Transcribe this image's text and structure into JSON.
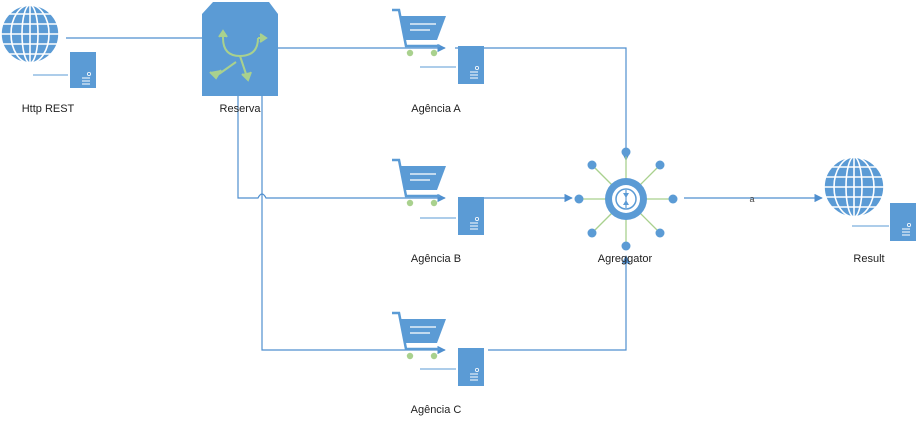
{
  "nodes": {
    "http_rest": {
      "label": "Http REST"
    },
    "reserva": {
      "label": "Reserva"
    },
    "agencia_a": {
      "label": "Agência A"
    },
    "agencia_b": {
      "label": "Agência B"
    },
    "agencia_c": {
      "label": "Agência C"
    },
    "aggregator": {
      "label": "Agreggator"
    },
    "result": {
      "label": "Result"
    }
  },
  "edges": {
    "aggregator_to_result": {
      "label": "a"
    }
  },
  "colors": {
    "primary": "#5b9bd5",
    "dark": "#2e6da4",
    "connector": "#4f8fcf",
    "accent_green": "#a9d18e"
  },
  "icons": {
    "globe": "globe-icon",
    "server": "server-icon",
    "cart": "shopping-cart-icon",
    "router": "router-icon",
    "aggregator": "aggregator-hub-icon"
  }
}
